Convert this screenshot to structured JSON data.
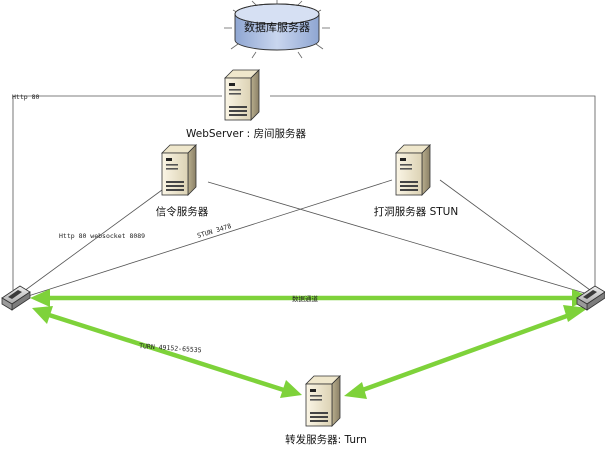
{
  "nodes": {
    "database": {
      "label": "数据库服务器"
    },
    "webserver": {
      "label": "WebServer : 房间服务器"
    },
    "signal": {
      "label": "信令服务器"
    },
    "stun": {
      "label": "打洞服务器 STUN"
    },
    "turn": {
      "label": "转发服务器:  Turn"
    }
  },
  "edges": {
    "http80_top": "Http 80",
    "http_websocket": "Http 80  websocket 8089",
    "stun_port": "STUN 3478",
    "data_channel": "数据通道",
    "turn_port": "TURN 49152-65535"
  },
  "colors": {
    "green_link": "#7ed23a",
    "thin_line": "#555555",
    "database_fill": "#b7c9e9"
  },
  "icons": {
    "server": "server-tower-icon",
    "client": "client-terminal-icon",
    "database": "database-cylinder-icon"
  }
}
